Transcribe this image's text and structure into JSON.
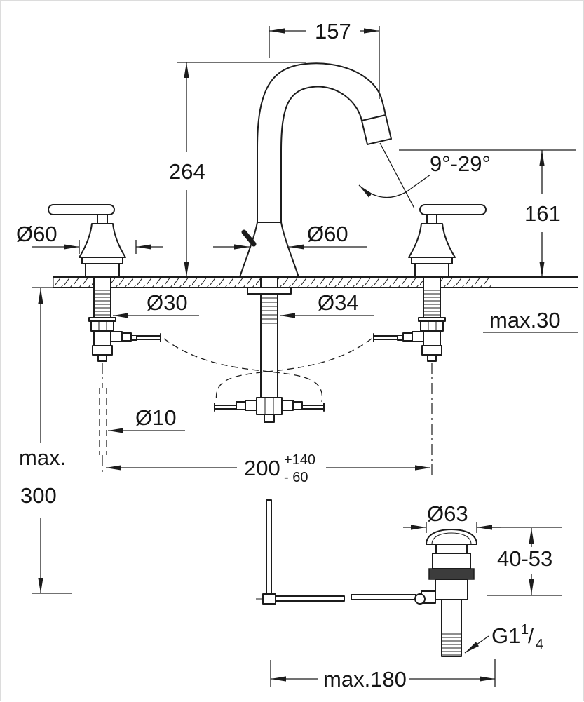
{
  "drawing": {
    "background": "#ffffff",
    "line_color": "#1c1c1c",
    "labels": {
      "spout_reach": "157",
      "spout_height": "264",
      "angle_range": "9°-29°",
      "outlet_height": "161",
      "handle_diameter": "Ø60",
      "base_diameter": "Ø60",
      "side_hole_diameter": "Ø30",
      "center_hole_diameter": "Ø34",
      "max_deck_thickness": "max.30",
      "rod_diameter": "Ø10",
      "spacing_nominal": "200",
      "spacing_plus": "+140",
      "spacing_minus": "- 60",
      "hose_max_line1": "max.",
      "hose_max_line2": "300",
      "waste_flange_diameter": "Ø63",
      "waste_adjust_range": "40-53",
      "thread_main": "G1",
      "thread_sup": "1",
      "thread_slash": "/",
      "thread_sub": "4",
      "rod_to_waste_max": "max.180"
    }
  }
}
